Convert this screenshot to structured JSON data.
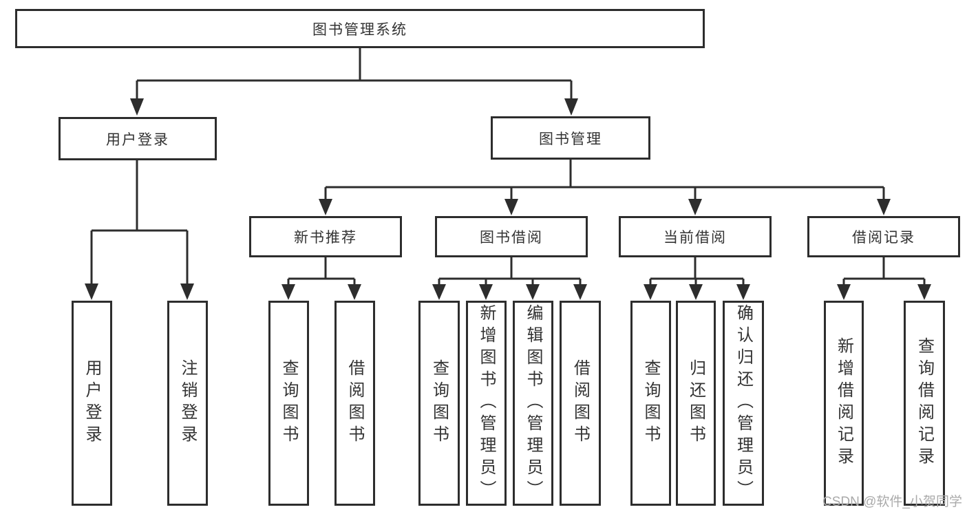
{
  "watermark": "CSDN @软件_小贺同学",
  "colors": {
    "line": "#2d2d2d",
    "text": "#333333",
    "box_background": "#ffffff",
    "page_background": "#ffffff",
    "watermark": "#aaaaaa"
  },
  "nodes": {
    "root": "图书管理系统",
    "level2": {
      "userLogin": "用户登录",
      "bookMgmt": "图书管理"
    },
    "level3": {
      "newBooks": "新书推荐",
      "bookBorrow": "图书借阅",
      "currentBorrow": "当前借阅",
      "borrowRecords": "借阅记录"
    },
    "leaves": {
      "userLogin": [
        "用户登录",
        "注销登录"
      ],
      "newBooks": [
        "查询图书",
        "借阅图书"
      ],
      "bookBorrow": [
        "查询图书",
        "新增图书（管理员）",
        "编辑图书（管理员）",
        "借阅图书"
      ],
      "currentBorrow": [
        "查询图书",
        "归还图书",
        "确认归还（管理员）"
      ],
      "borrowRecords": [
        "新增借阅记录",
        "查询借阅记录"
      ]
    }
  }
}
